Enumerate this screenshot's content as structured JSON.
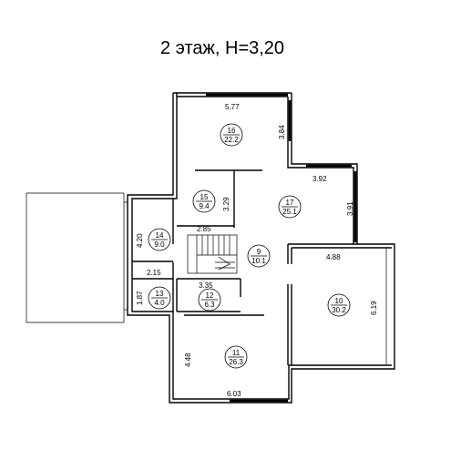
{
  "title": "2 этаж, H=3,20",
  "rooms": [
    {
      "num": "16",
      "area": "22.2"
    },
    {
      "num": "15",
      "area": "9.4"
    },
    {
      "num": "17",
      "area": "25.1"
    },
    {
      "num": "14",
      "area": "9.0"
    },
    {
      "num": "9",
      "area": "10.1"
    },
    {
      "num": "13",
      "area": "4.0"
    },
    {
      "num": "12",
      "area": "6.3"
    },
    {
      "num": "10",
      "area": "30.2"
    },
    {
      "num": "11",
      "area": "26.3"
    }
  ],
  "dimensions": {
    "d577": "5.77",
    "d384": "3.84",
    "d392": "3.92",
    "d391": "3.91",
    "d329": "3.29",
    "d285": "2.85",
    "d420": "4.20",
    "d215": "2.15",
    "d488": "4.88",
    "d335": "3.35",
    "d187": "1.87",
    "d619": "6.19",
    "d448": "4.48",
    "d603": "6.03"
  }
}
